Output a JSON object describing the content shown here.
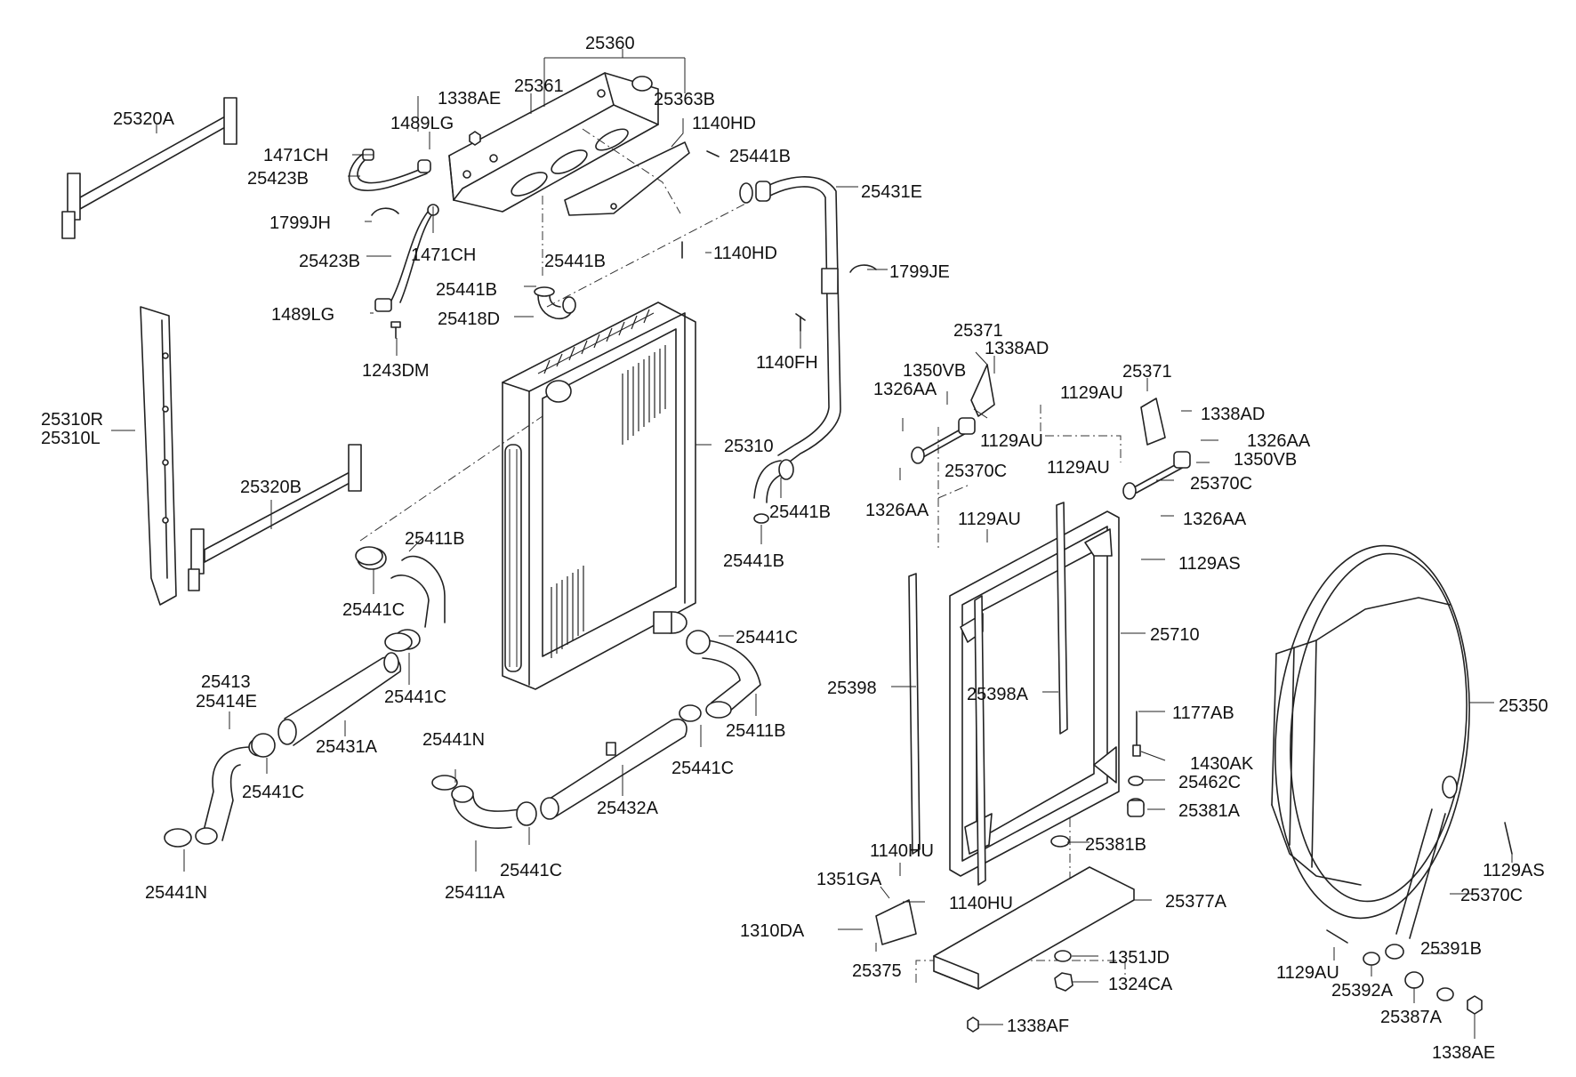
{
  "labels": {
    "l25360": "25360",
    "l25361": "25361",
    "l25363B": "25363B",
    "l1338AE_top": "1338AE",
    "l1489LG_a": "1489LG",
    "l1471CH_a": "1471CH",
    "l25423B_a": "25423B",
    "l1799JH": "1799JH",
    "l1471CH_b": "1471CH",
    "l25423B_b": "25423B",
    "l1489LG_b": "1489LG",
    "l1243DM": "1243DM",
    "l1140HD_a": "1140HD",
    "l25441B_a": "25441B",
    "l1140HD_b": "1140HD",
    "l25441B_b": "25441B",
    "l25441B_c": "25441B",
    "l25418D": "25418D",
    "l25431E": "25431E",
    "l1799JE": "1799JE",
    "l1140FH": "1140FH",
    "l25320A": "25320A",
    "l25310R": "25310R",
    "l25310L": "25310L",
    "l25320B": "25320B",
    "l25310": "25310",
    "l25441B_d": "25441B",
    "l25441B_e": "25441B",
    "l25411B_a": "25411B",
    "l25441C_a": "25441C",
    "l25441C_b": "25441C",
    "l25441C_c": "25441C",
    "l25413": "25413",
    "l25414E": "25414E",
    "l25431A": "25431A",
    "l25441C_d": "25441C",
    "l25441N_a": "25441N",
    "l25441N_b": "25441N",
    "l25432A": "25432A",
    "l25441C_e": "25441C",
    "l25411B_b": "25411B",
    "l25441C_f": "25441C",
    "l25411A": "25411A",
    "l25371_a": "25371",
    "l1338AD_a": "1338AD",
    "l1350VB_a": "1350VB",
    "l1326AA_a": "1326AA",
    "l1129AU_a": "1129AU",
    "l25370C_a": "25370C",
    "l1326AA_b": "1326AA",
    "l25371_b": "25371",
    "l1129AU_b": "1129AU",
    "l1338AD_b": "1338AD",
    "l1326AA_c": "1326AA",
    "l1350VB_b": "1350VB",
    "l1129AU_c": "1129AU",
    "l25370C_b": "25370C",
    "l1326AA_d": "1326AA",
    "l1129AU_d": "1129AU",
    "l1129AS_a": "1129AS",
    "l25710": "25710",
    "l25398": "25398",
    "l25398A": "25398A",
    "l1177AB": "1177AB",
    "l1430AK": "1430AK",
    "l25462C": "25462C",
    "l25381A": "25381A",
    "l25381B": "25381B",
    "l1140HU_a": "1140HU",
    "l1351GA": "1351GA",
    "l1140HU_b": "1140HU",
    "l1310DA": "1310DA",
    "l25375": "25375",
    "l25377A": "25377A",
    "l1351JD": "1351JD",
    "l1324CA": "1324CA",
    "l1338AF": "1338AF",
    "l25350": "25350",
    "l1129AS_b": "1129AS",
    "l25370C_c": "25370C",
    "l1129AU_e": "1129AU",
    "l25392A": "25392A",
    "l25391B": "25391B",
    "l25387A": "25387A",
    "l1338AE_b": "1338AE"
  }
}
